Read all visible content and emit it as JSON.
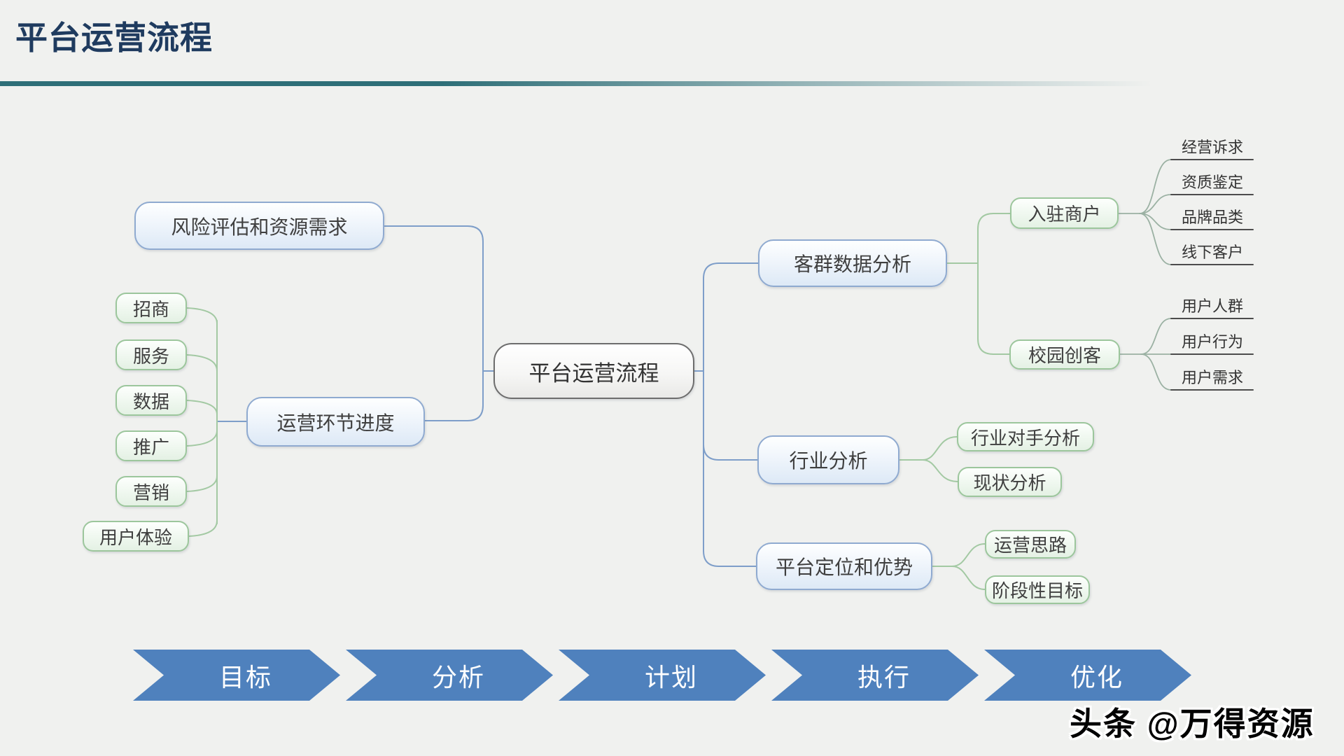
{
  "page": {
    "title": "平台运营流程"
  },
  "mindmap": {
    "root": "平台运营流程",
    "risk": "风险评估和资源需求",
    "progress": "运营环节进度",
    "progress_children": [
      "招商",
      "服务",
      "数据",
      "推广",
      "营销",
      "用户体验"
    ],
    "customer": "客群数据分析",
    "merchant": "入驻商户",
    "merchant_leaves": [
      "经营诉求",
      "资质鉴定",
      "品牌品类",
      "线下客户"
    ],
    "maker": "校园创客",
    "maker_leaves": [
      "用户人群",
      "用户行为",
      "用户需求"
    ],
    "industry": "行业分析",
    "industry_children": [
      "行业对手分析",
      "现状分析"
    ],
    "positioning": "平台定位和优势",
    "positioning_children": [
      "运营思路",
      "阶段性目标"
    ]
  },
  "banner": {
    "steps": [
      "目标",
      "分析",
      "计划",
      "执行",
      "优化"
    ]
  },
  "watermark": "头条 @万得资源",
  "colors": {
    "background": "#f0f1ef",
    "title_text": "#1f3b5f",
    "title_rule_teal": "#2e6f78",
    "banner_blue": "#4f81bd",
    "blue_node_border": "#8faad0",
    "green_node_border": "#9cc69c",
    "central_node_border": "#6d6d6d",
    "blue_connector": "#7e9ec9",
    "green_connector": "#a3c9a3",
    "leaf_connector": "#9bb1a3",
    "leaf_underline": "#4c4c4c"
  }
}
